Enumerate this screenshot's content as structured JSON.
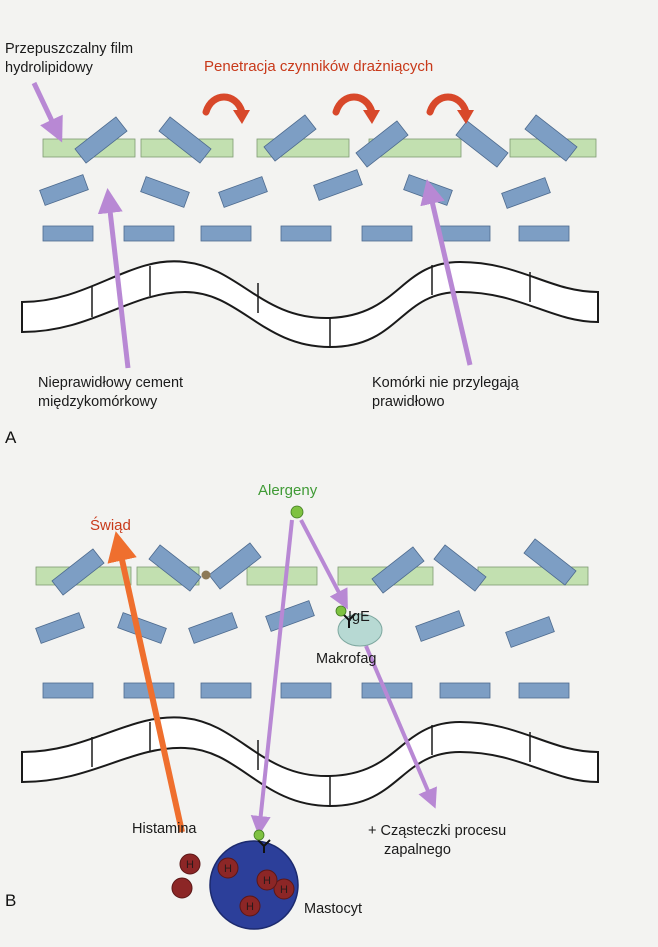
{
  "panel_a": {
    "letter": "A",
    "film_label_line1": "Przepuszczalny film",
    "film_label_line2": "hydrolipidowy",
    "irritants_label": "Penetracja czynników drażniących",
    "cement_label_line1": "Nieprawidłowy cement",
    "cement_label_line2": "międzykomórkowy",
    "cells_label_line1": "Komórki nie przylegają",
    "cells_label_line2": "prawidłowo"
  },
  "panel_b": {
    "letter": "B",
    "allergens_label": "Alergeny",
    "itch_label": "Świąd",
    "ige_label": "IgE",
    "macrophage_label": "Makrofag",
    "histamine_label": "Histamina",
    "inflammation_label_line1": "+ Cząsteczki procesu",
    "inflammation_label_line2": "zapalnego",
    "mastocyte_label": "Mastocyt",
    "histamine_granule": "H"
  },
  "colors": {
    "film_green": "#c2e0b0",
    "cell_blue": "#7d9ec4",
    "arrow_purple": "#b888d4",
    "arrow_orange": "#ef6f2e",
    "irritant_red": "#d8482a",
    "mastocyte_blue": "#2c3f9a",
    "granule_red": "#8c2626",
    "allergen_green": "#7fc241",
    "macrophage": "#b7d9d3"
  }
}
